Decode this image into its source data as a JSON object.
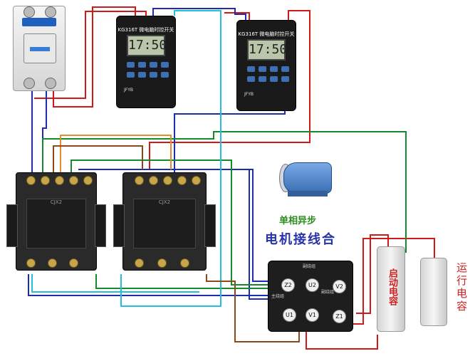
{
  "timers": [
    {
      "model": "KG316T 微电脑时控开关",
      "display": "17:50",
      "brand": "JFYB"
    },
    {
      "model": "KG316T 微电脑时控开关",
      "display": "17:50",
      "brand": "JFYB"
    }
  ],
  "contactor_text": "CJX2",
  "motor_title": "单相异步",
  "diagram_title": "电机接线合",
  "motor_terminals": {
    "z2": "Z2",
    "u2": "U2",
    "v2": "V2",
    "u1": "U1",
    "v1": "V1",
    "z1": "Z1"
  },
  "motor_box_labels": {
    "top": "副绕组",
    "left": "主绕组",
    "mid": "副绕组"
  },
  "start_cap_label": "启动电容",
  "run_cap_label": "运行电容",
  "wire_colors": {
    "red": "#d01a1a",
    "blue": "#1f2bb0",
    "green": "#138a2b",
    "cyan": "#22bde0",
    "orange": "#e0902a",
    "brown": "#8a4a1a"
  }
}
